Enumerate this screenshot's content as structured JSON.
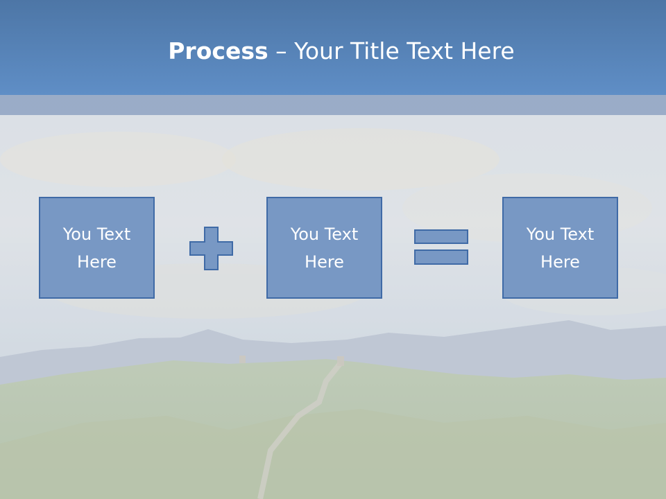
{
  "slide": {
    "title_bold": "Process",
    "title_rest": " – Your Title Text Here",
    "boxes": [
      {
        "text": "You Text Here"
      },
      {
        "text": "You Text Here"
      },
      {
        "text": "You Text Here"
      }
    ],
    "operators": [
      "plus-icon",
      "equals-icon"
    ]
  },
  "colors": {
    "title_bar": "#5a87bf",
    "box_fill": "#7898c4",
    "box_border": "#3f6aa6",
    "text": "#ffffff"
  }
}
